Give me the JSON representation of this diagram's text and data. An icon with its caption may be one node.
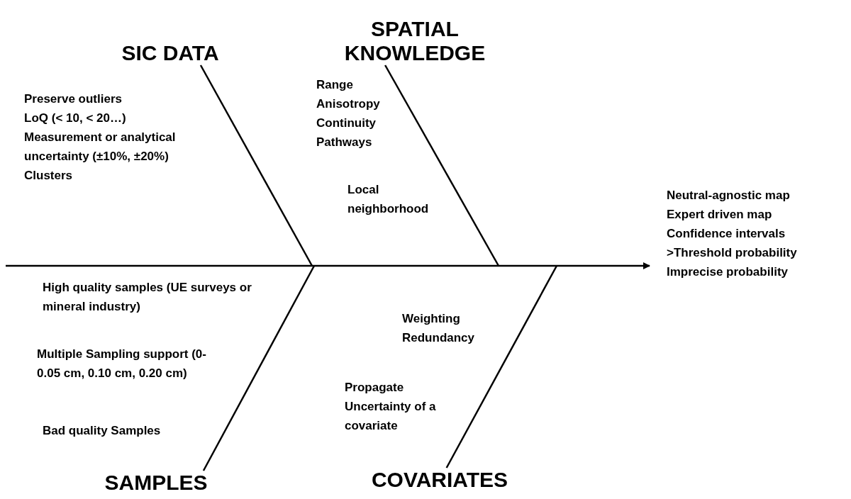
{
  "diagram": {
    "nodes": [
      {
        "text": [
          "SIC DATA"
        ]
      },
      {
        "text": [
          "SPATIAL KNOWLEDGE"
        ]
      },
      {
        "text": [
          "SAMPLES"
        ]
      },
      {
        "text": [
          "COVARIATES"
        ]
      },
      {
        "text": [
          "Neutral-agnostic map",
          "Expert driven map",
          "Confidence intervals",
          ">Threshold probability",
          "Imprecise probability"
        ]
      }
    ],
    "edges": [
      {
        "from": 0,
        "to": null,
        "arrow": "none"
      },
      {
        "from": 1,
        "to": null,
        "arrow": "none"
      },
      {
        "from": 2,
        "to": null,
        "arrow": "none"
      },
      {
        "from": 3,
        "to": null,
        "arrow": "none"
      },
      {
        "from": null,
        "to": 4,
        "arrow": "to"
      }
    ],
    "labels": [
      "Preserve outliers",
      "LoQ (< 10, < 20…)",
      "Measurement or analytical uncertainty (±10%, ±20%)",
      "Clusters",
      "Range",
      "Anisotropy",
      "Continuity",
      "Pathways",
      "Local neighborhood",
      "High quality samples (UE surveys or mineral industry)",
      "Multiple Sampling support (0-0.05 cm, 0.10 cm, 0.20 cm)",
      "Bad quality Samples",
      "Weighting",
      "Redundancy",
      "Propagate Uncertainty of a covariate"
    ]
  }
}
